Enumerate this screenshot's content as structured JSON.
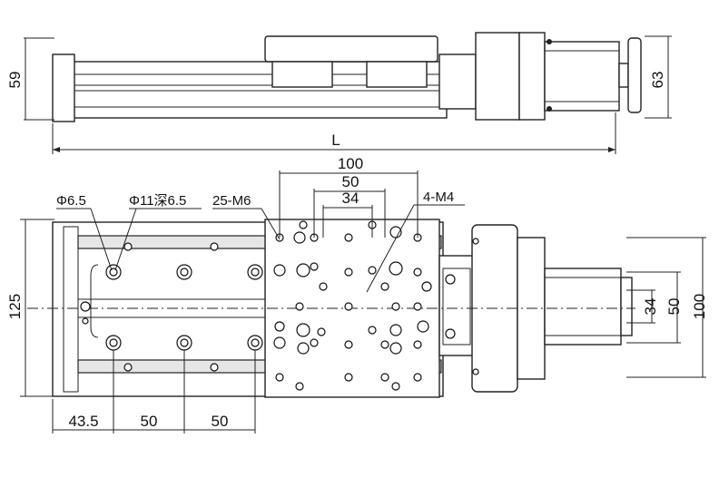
{
  "side_view": {
    "height_label": "59",
    "motor_height_label": "63",
    "length_label": "L"
  },
  "top_view": {
    "width_125": "125",
    "span_100_top": "100",
    "span_50_top": "50",
    "span_34_top": "34",
    "span_34_right": "34",
    "span_50_right": "50",
    "span_100_right": "100",
    "bottom_43_5": "43.5",
    "bottom_50_a": "50",
    "bottom_50_b": "50",
    "note_phi65": "Φ6.5",
    "note_phi11": "Φ11深6.5",
    "note_25m6": "25-M6",
    "note_4m4": "4-M4"
  }
}
